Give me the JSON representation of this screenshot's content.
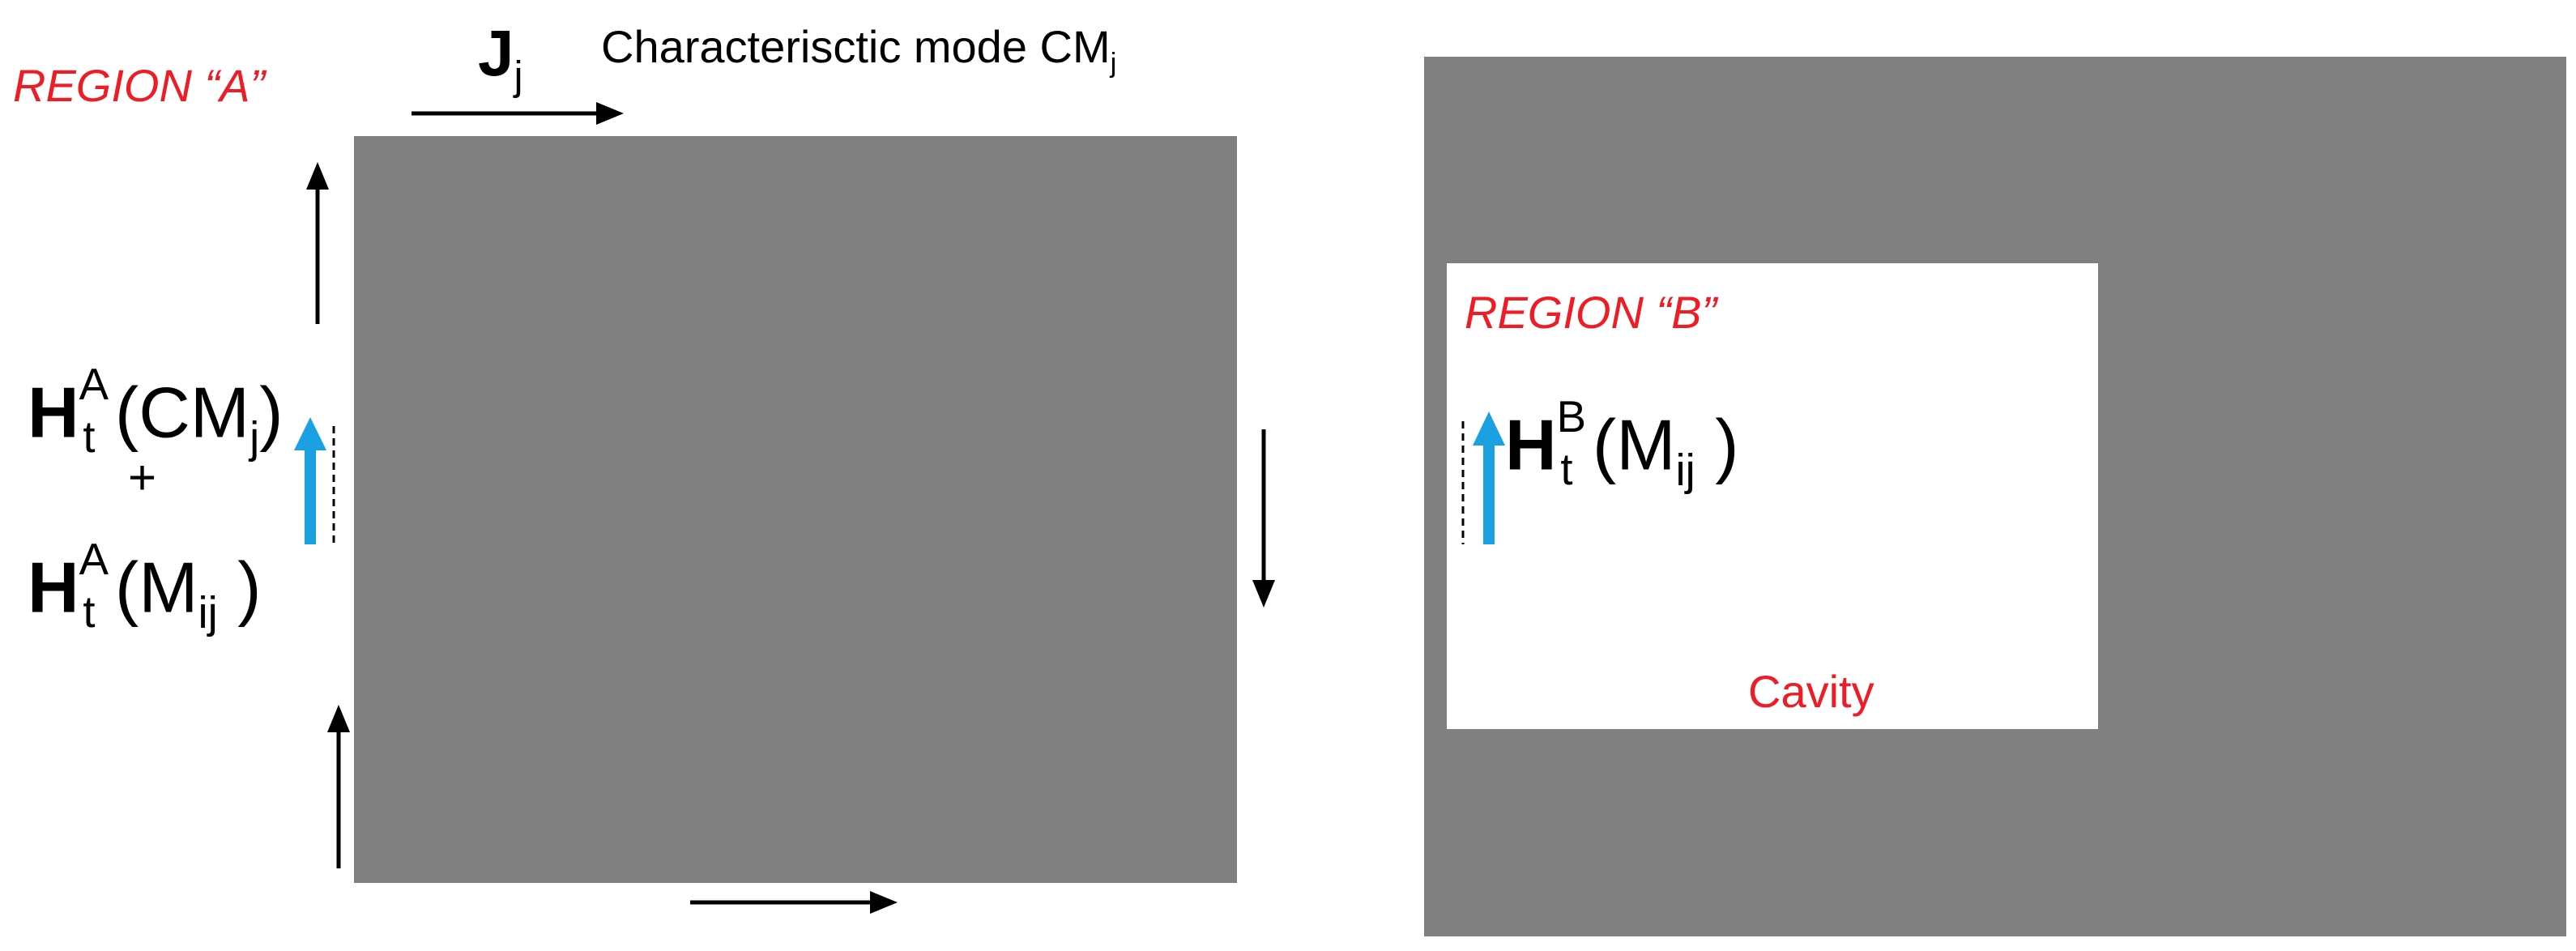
{
  "colors": {
    "conductor": "#808080",
    "region_text": "#ee1c24",
    "blue_arrow": "#1ba1e2",
    "black": "#000000",
    "cavity": "#ffffff"
  },
  "left_panel": {
    "region_label": "REGION “A”",
    "current_symbol": "J",
    "current_sub": "j",
    "mode_caption": "Characterisctic mode CM",
    "mode_caption_sub": "j",
    "field_top": {
      "symbol": "H",
      "sup": "A",
      "sub": "t",
      "open": "(CM",
      "inner_sub": "j",
      "close": ")"
    },
    "plus": "+",
    "field_bottom": {
      "symbol": "H",
      "sup": "A",
      "sub": "t",
      "open": "(M",
      "inner_sub": "ij",
      "close": " )"
    }
  },
  "right_panel": {
    "region_label": "REGION “B”",
    "field": {
      "symbol": "H",
      "sup": "B",
      "sub": "t",
      "open": "(M",
      "inner_sub": "ij",
      "close": " )"
    },
    "cavity_label": "Cavity"
  }
}
